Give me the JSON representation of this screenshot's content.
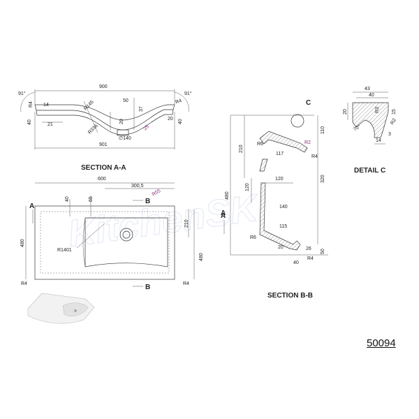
{
  "drawing_code": "50094",
  "watermark": "KitchenSK",
  "section_aa": {
    "title": "SECTION A-A",
    "dims": {
      "overall_top": "900",
      "overall_bottom": "901",
      "angle_left": "91°",
      "angle_right": "91°",
      "r_left": "R4",
      "r_right": "R4",
      "v14": "14",
      "v40_left": "40",
      "v21": "21",
      "r145": "R145",
      "r336": "R336",
      "v50": "50",
      "v37": "37",
      "v20_mid": "20",
      "v25": "25",
      "dia140": "∅140",
      "v20_right": "20",
      "v40_right": "40"
    }
  },
  "plan": {
    "dims": {
      "w600": "600",
      "w300": "300,5",
      "w40": "40",
      "w65": "65",
      "r55": "R55",
      "h210": "210",
      "h480_left": "480",
      "h480_right": "480",
      "r1401": "R1401",
      "r4_left": "R4",
      "r4_right": "R4"
    },
    "markers": {
      "a_left": "A",
      "a_right": "A",
      "b_top": "B",
      "b_bottom": "B"
    }
  },
  "section_bb": {
    "title": "SECTION B-B",
    "detail_ref": "C",
    "dims": {
      "v110": "110",
      "v210": "210",
      "v120_v": "120",
      "v480": "480",
      "v320": "320",
      "v117": "117",
      "r6_top": "R6",
      "r4_top": "R4",
      "r42": "R2",
      "v120_h": "120",
      "v140": "140",
      "v115": "115",
      "r6_bottom": "R6",
      "v20": "20",
      "v40": "40",
      "r4_bottom": "R4",
      "v50": "50",
      "v26": "26"
    },
    "view_marker": "A"
  },
  "detail_c": {
    "title": "DETAIL C",
    "dims": {
      "v43": "43",
      "v40": "40",
      "v20": "20",
      "r3": "R3",
      "v15": "15",
      "r2": "R2",
      "v3": "3",
      "v14": "14",
      "v70": "70°"
    }
  }
}
